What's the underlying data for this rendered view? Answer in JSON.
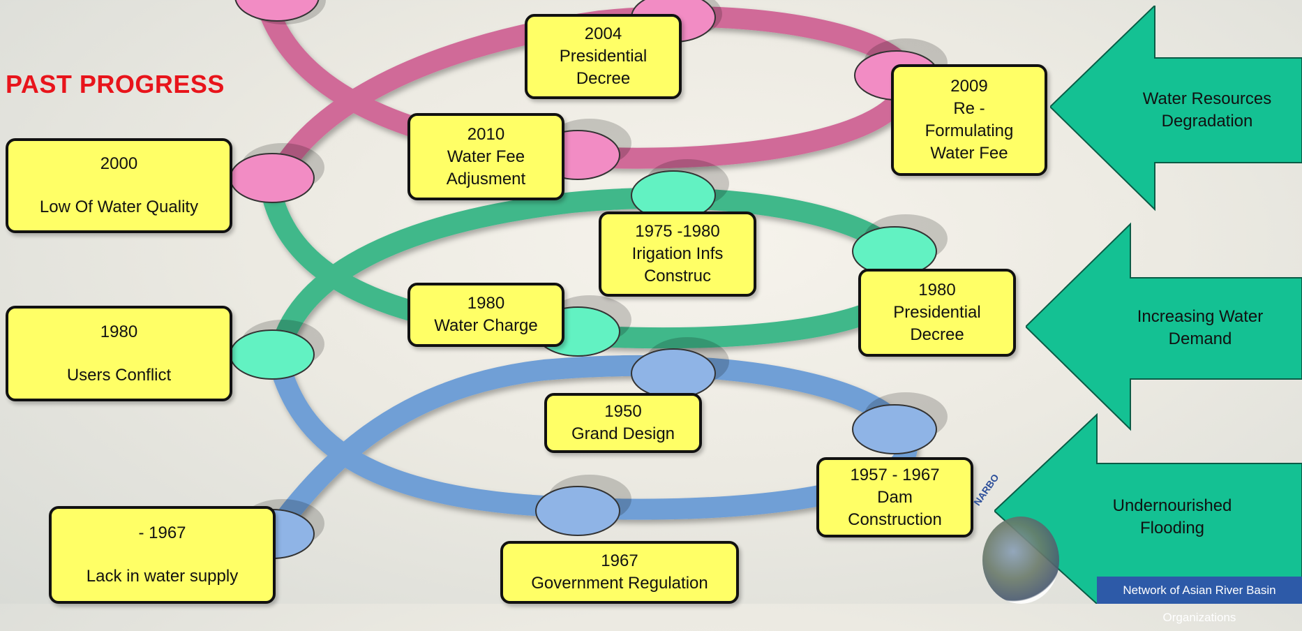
{
  "title": "PAST PROGRESS",
  "colors": {
    "pink": "#d06b98",
    "pink_node": "#f28cc4",
    "green": "#3fb88a",
    "green_node": "#62f2c2",
    "blue": "#6f9fd6",
    "blue_node": "#8fb4e6",
    "box": "#ffff66",
    "arrow": "#14c193",
    "title": "#e8141b"
  },
  "boxes": [
    {
      "year": "2004",
      "lines": [
        "Presidential",
        "Decree"
      ]
    },
    {
      "year": "2009",
      "lines": [
        "Re -",
        "Formulating",
        "Water Fee"
      ]
    },
    {
      "year": "2010",
      "lines": [
        "Water Fee",
        "Adjusment"
      ]
    },
    {
      "year": "2000",
      "lines": [
        "Low Of Water Quality"
      ]
    },
    {
      "year": "1975 -1980",
      "lines": [
        "Irigation Infs",
        "Construc"
      ]
    },
    {
      "year": "1980",
      "lines": [
        "Presidential",
        "Decree"
      ]
    },
    {
      "year": "1980",
      "lines": [
        "Water Charge"
      ]
    },
    {
      "year": "1980",
      "lines": [
        "Users Conflict"
      ]
    },
    {
      "year": "1950",
      "lines": [
        "Grand Design"
      ]
    },
    {
      "year": "1957 - 1967",
      "lines": [
        "Dam",
        "Construction"
      ]
    },
    {
      "year": "- 1967",
      "lines": [
        "Lack in water supply"
      ]
    },
    {
      "year": "1967",
      "lines": [
        "Government Regulation"
      ]
    }
  ],
  "arrows": [
    {
      "lines": [
        "Water Resources",
        "Degradation"
      ]
    },
    {
      "lines": [
        "Increasing Water",
        "Demand"
      ]
    },
    {
      "lines": [
        "Undernourished",
        "Flooding"
      ]
    }
  ],
  "logo": {
    "text": "Network of Asian River Basin Organizations",
    "arc_text": "NARBO"
  }
}
